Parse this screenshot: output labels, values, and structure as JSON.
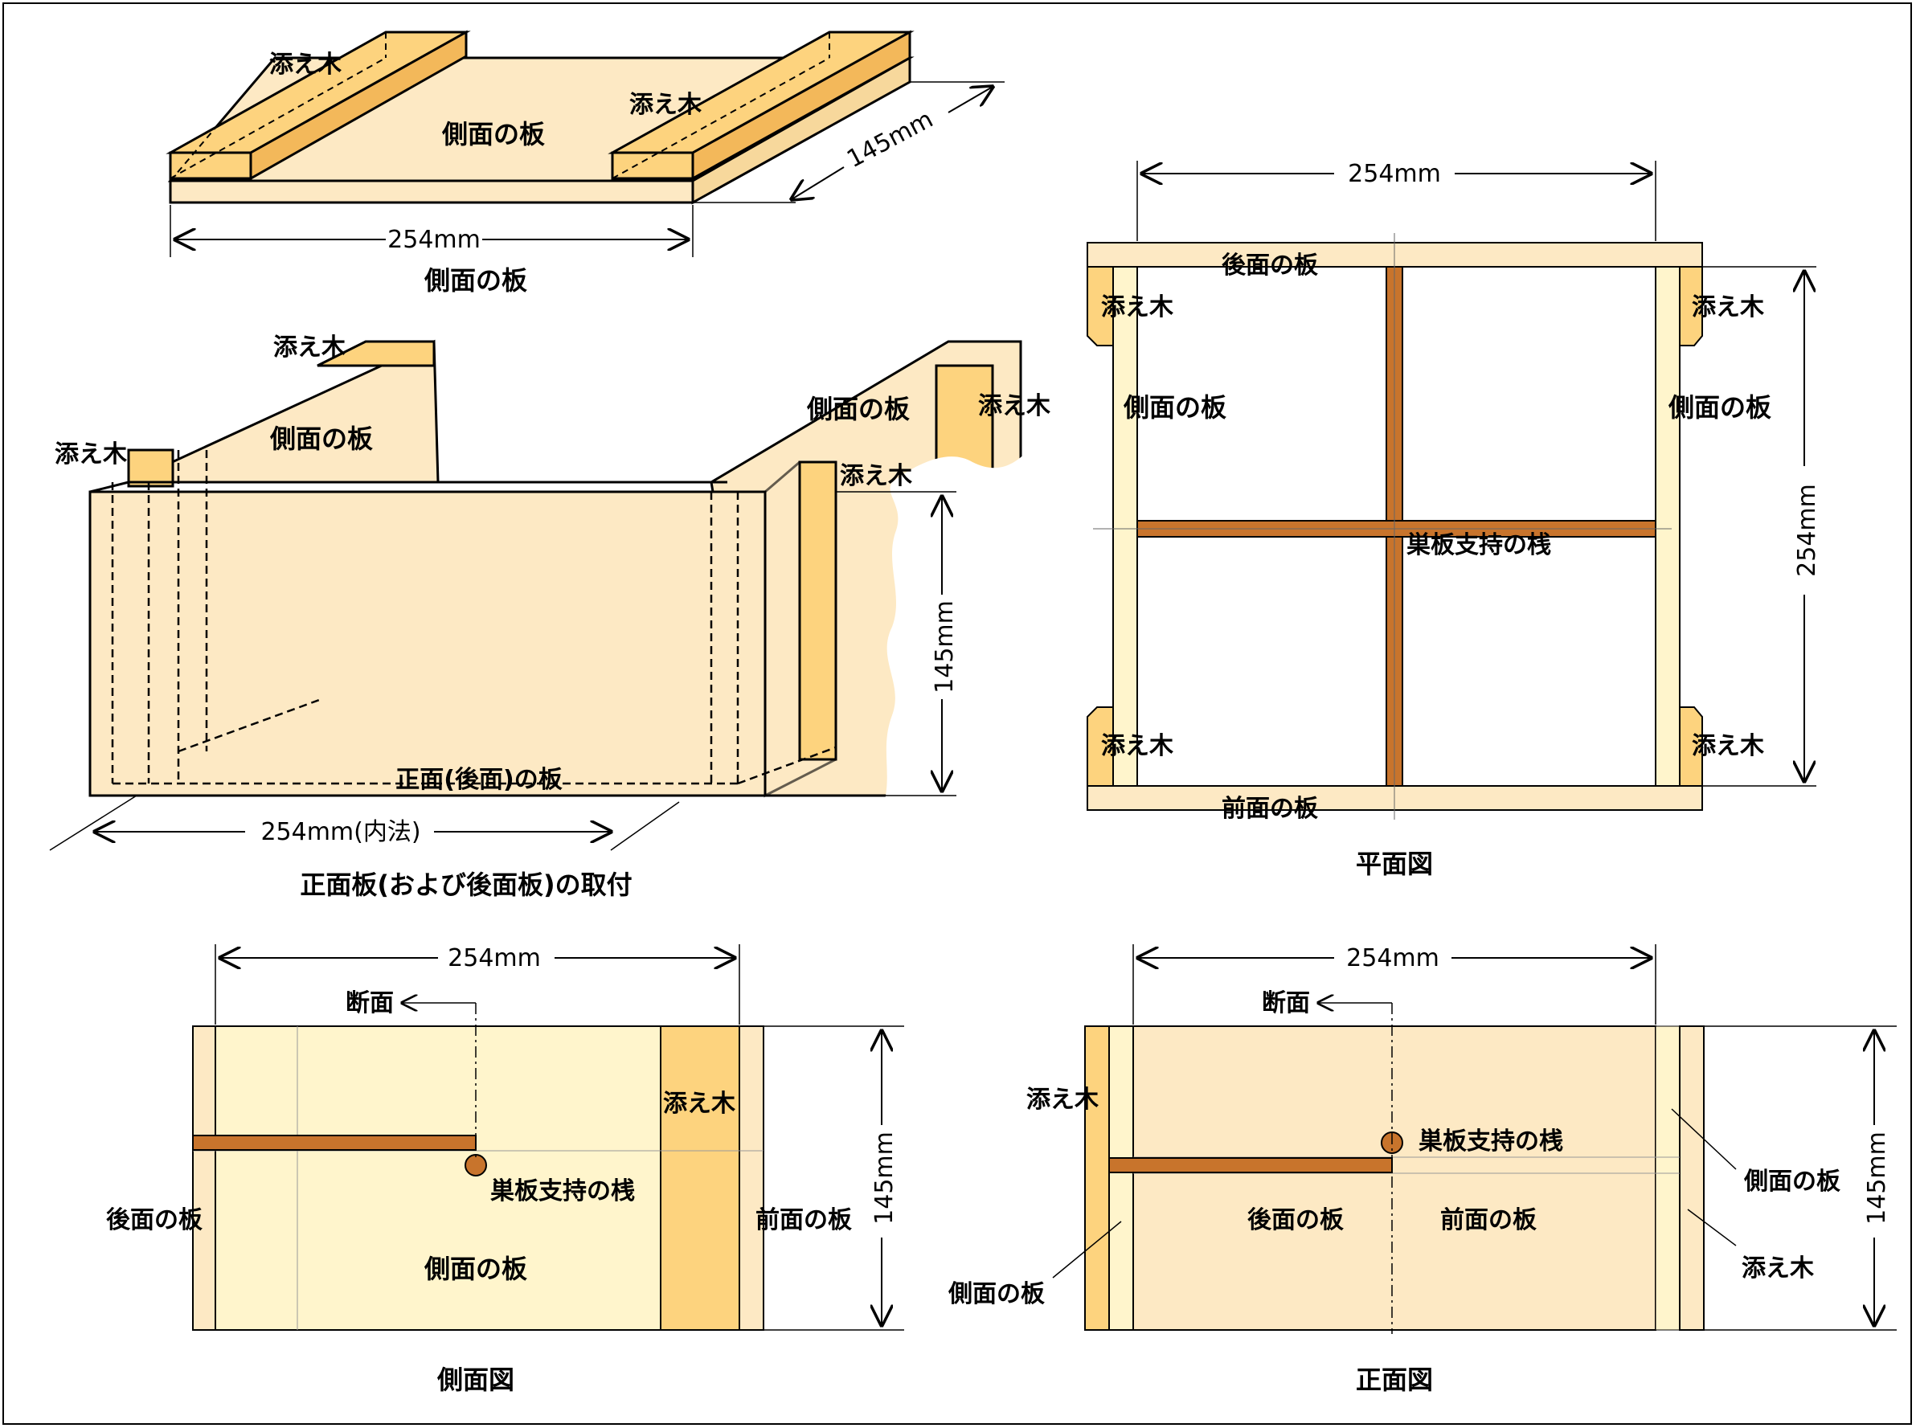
{
  "labels": {
    "soeki": "添え木",
    "sokumen_ita": "側面の板",
    "koumen_ita": "後面の板",
    "zenmen_ita": "前面の板",
    "shoumen_koumen_ita": "正面(後面)の板",
    "subako_sanshi": "巣板支持の桟",
    "danmen": "断面"
  },
  "dimensions": {
    "d254": "254mm",
    "d145": "145mm",
    "d254_inner": "254mm(内法)"
  },
  "captions": {
    "side_board": "側面の板",
    "front_mount": "正面板(および後面板)の取付",
    "plan": "平面図",
    "side_view": "側面図",
    "front_view": "正面図"
  },
  "colors": {
    "board_light": "#fde9c4",
    "board_pale": "#fff5cc",
    "splint": "#fdd37e",
    "bar": "#c8742c",
    "outline": "#000000"
  }
}
